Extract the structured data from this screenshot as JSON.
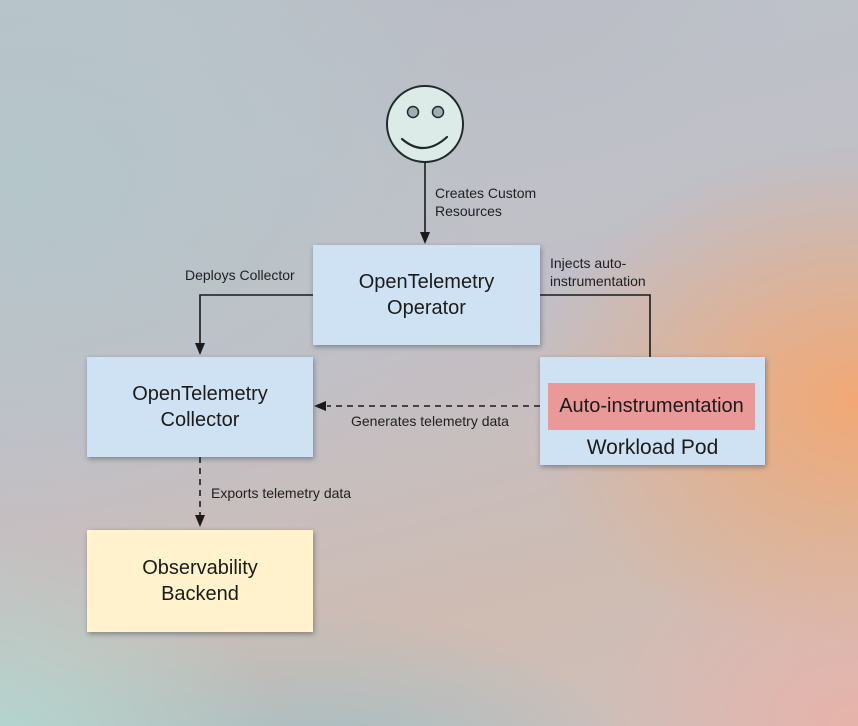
{
  "diagram": {
    "actor": {
      "icon": "smiley-face"
    },
    "nodes": [
      {
        "id": "opentelemetry-operator",
        "label": "OpenTelemetry Operator",
        "fill": "#cfe2f3"
      },
      {
        "id": "opentelemetry-collector",
        "label": "OpenTelemetry Collector",
        "fill": "#cfe2f3"
      },
      {
        "id": "workload-pod",
        "label": "Workload Pod",
        "fill": "#cfe2f3"
      },
      {
        "id": "auto-instrumentation",
        "label": "Auto-instrumentation",
        "fill": "#ea9999"
      },
      {
        "id": "observability-backend",
        "label": "Observability Backend",
        "fill": "#fff2cc"
      }
    ],
    "edges": [
      {
        "from": "user",
        "to": "opentelemetry-operator",
        "label": "Creates Custom Resources",
        "style": "solid"
      },
      {
        "from": "opentelemetry-operator",
        "to": "opentelemetry-collector",
        "label": "Deploys Collector",
        "style": "solid"
      },
      {
        "from": "opentelemetry-operator",
        "to": "workload-pod",
        "label": "Injects auto-instrumentation",
        "style": "solid"
      },
      {
        "from": "workload-pod",
        "to": "opentelemetry-collector",
        "label": "Generates telemetry data",
        "style": "dashed"
      },
      {
        "from": "opentelemetry-collector",
        "to": "observability-backend",
        "label": "Exports telemetry data",
        "style": "dashed"
      }
    ],
    "colors": {
      "node_blue": "#cfe2f3",
      "node_red": "#ea9999",
      "node_yellow": "#fff2cc",
      "line": "#1a1a1a",
      "smiley_fill": "#dcebe8"
    }
  }
}
